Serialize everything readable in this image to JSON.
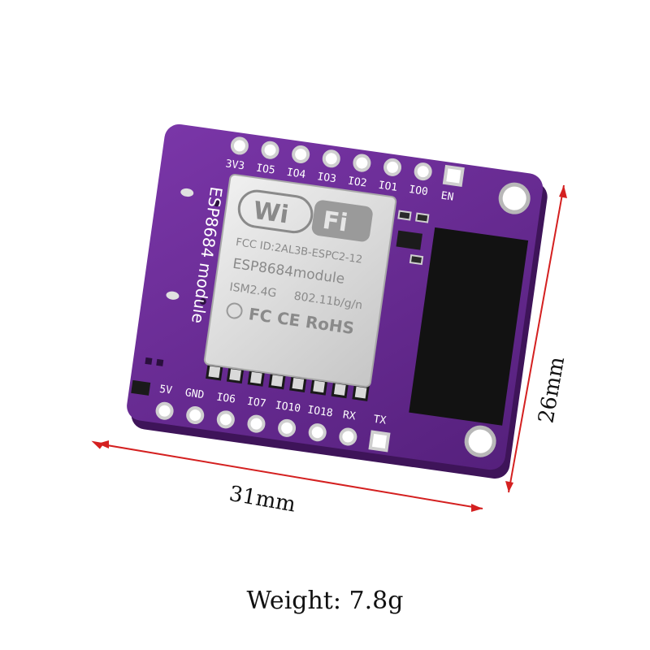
{
  "board": {
    "colors": {
      "pcb": "#6a2a95",
      "pcb_edge": "#4b1a6d",
      "shield": "#dcdcdc",
      "antenna": "#111111",
      "pad": "#d9d9d9"
    },
    "module_name_side": "ESP8684 module",
    "top_pins": [
      "3V3",
      "IO5",
      "IO4",
      "IO3",
      "IO2",
      "IO1",
      "IO0",
      "EN"
    ],
    "bottom_pins": [
      "5V",
      "GND",
      "IO6",
      "IO7",
      "IO10",
      "IO18",
      "RX",
      "TX"
    ]
  },
  "chip": {
    "logo_wi": "Wi",
    "logo_fi": "Fi",
    "fcc_id": "FCC ID:2AL3B-ESPC2-12",
    "model": "ESP8684module",
    "band": "ISM2.4G",
    "standard": "802.11b/g/n",
    "marks": "FC CE RoHS"
  },
  "dimensions": {
    "width": "31mm",
    "height": "26mm",
    "line_color": "#d42020"
  },
  "footer": {
    "weight_label": "Weight:",
    "weight_value": "7.8g"
  }
}
